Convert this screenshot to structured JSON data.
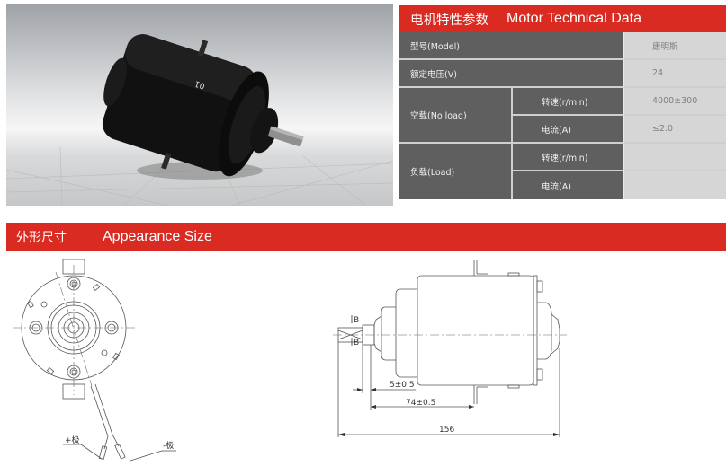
{
  "photo": {
    "alt": "Black DC motor product photo",
    "marking": "01"
  },
  "spec_table": {
    "title_cn": "电机特性参数",
    "title_en": "Motor Technical Data",
    "rows": {
      "model": {
        "label": "型号(Model)",
        "value": "康明斯"
      },
      "voltage": {
        "label": "额定电压(V)",
        "value": "24"
      },
      "no_load": {
        "label": "空载(No load)",
        "speed_label": "转速(r/min)",
        "speed_value": "4000±300",
        "current_label": "电流(A)",
        "current_value": "≤2.0"
      },
      "load": {
        "label": "负载(Load)",
        "speed_label": "转速(r/min)",
        "speed_value": "",
        "current_label": "电流(A)",
        "current_value": ""
      }
    }
  },
  "appearance": {
    "title_cn": "外形尺寸",
    "title_en": "Appearance Size",
    "front_view": {
      "plus_label": "+极",
      "minus_label": "-极"
    },
    "side_view": {
      "section_mark": "B",
      "dims": {
        "shaft_flat": "5±0.5",
        "mount_offset": "74±0.5",
        "overall_length": "156"
      }
    }
  },
  "colors": {
    "accent_red": "#d92b22",
    "table_dark": "#5f5f5f",
    "table_light": "#d6d6d6"
  }
}
